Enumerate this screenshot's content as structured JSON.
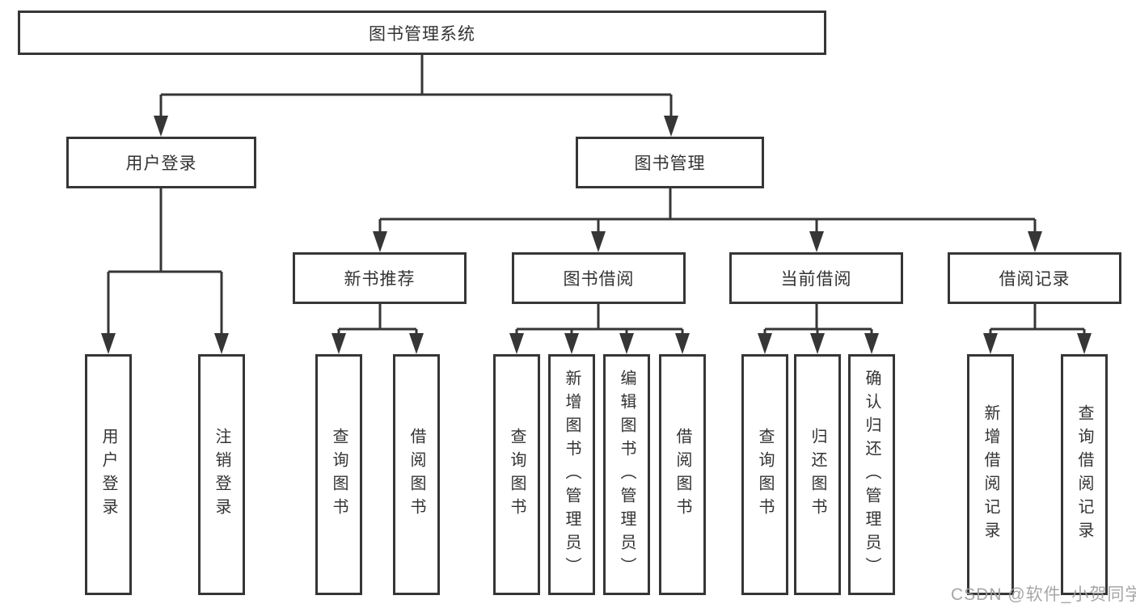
{
  "diagram": {
    "root_label": "图书管理系统",
    "branches": [
      {
        "label": "用户登录",
        "children": [
          "用户登录",
          "注销登录"
        ]
      },
      {
        "label": "图书管理",
        "sections": [
          {
            "label": "新书推荐",
            "children": [
              "查询图书",
              "借阅图书"
            ]
          },
          {
            "label": "图书借阅",
            "children": [
              "查询图书",
              "新增图书（管理员）",
              "编辑图书（管理员）",
              "借阅图书"
            ]
          },
          {
            "label": "当前借阅",
            "children": [
              "查询图书",
              "归还图书",
              "确认归还（管理员）"
            ]
          },
          {
            "label": "借阅记录",
            "children": [
              "新增借阅记录",
              "查询借阅记录"
            ]
          }
        ]
      }
    ]
  },
  "watermark": "CSDN @软件_小贺同学",
  "colors": {
    "line": "#363636",
    "border": "#363636",
    "text": "#333333",
    "watermark": "#9e9e9e",
    "background": "#ffffff"
  }
}
